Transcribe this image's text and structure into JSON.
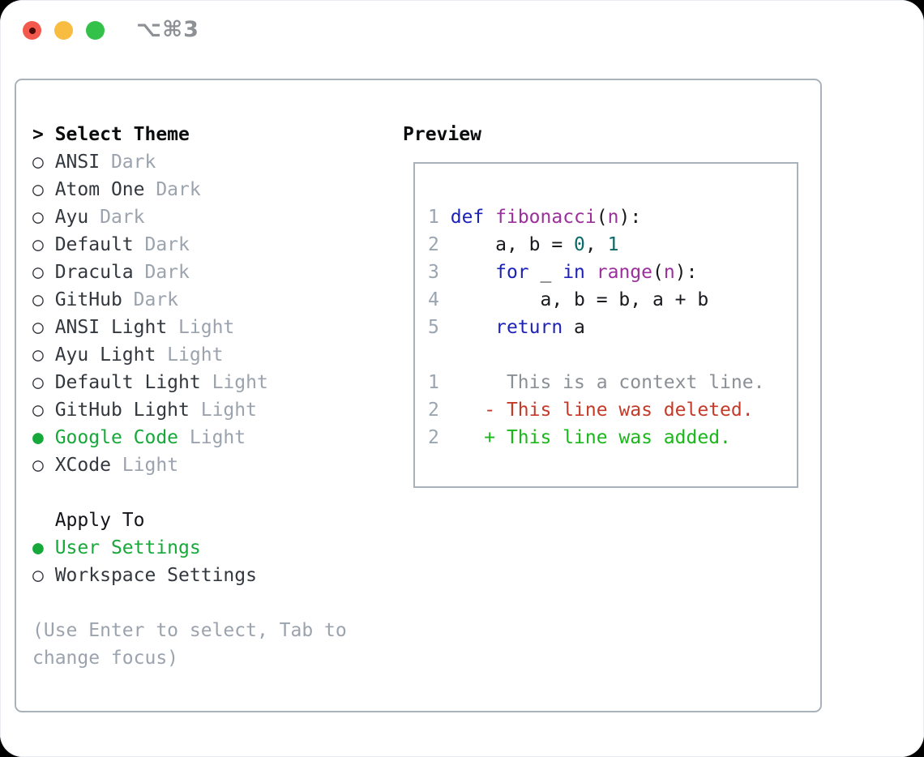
{
  "titlebar": {
    "title": "⌥⌘3",
    "title_color": "#8d9196",
    "traffic_lights": {
      "close": {
        "color": "#f4574c",
        "dot_color": "#4a0a05"
      },
      "minimize": {
        "color": "#f7bc40"
      },
      "zoom": {
        "color": "#34c14a"
      }
    }
  },
  "sidebar": {
    "header": {
      "prefix": ">",
      "label": "Select Theme"
    },
    "markers": {
      "selected": "●",
      "unselected": "○"
    },
    "themes": [
      {
        "name": "ANSI",
        "tag": "Dark",
        "selected": false
      },
      {
        "name": "Atom One",
        "tag": "Dark",
        "selected": false
      },
      {
        "name": "Ayu",
        "tag": "Dark",
        "selected": false
      },
      {
        "name": "Default",
        "tag": "Dark",
        "selected": false
      },
      {
        "name": "Dracula",
        "tag": "Dark",
        "selected": false
      },
      {
        "name": "GitHub",
        "tag": "Dark",
        "selected": false
      },
      {
        "name": "ANSI Light",
        "tag": "Light",
        "selected": false
      },
      {
        "name": "Ayu Light",
        "tag": "Light",
        "selected": false
      },
      {
        "name": "Default Light",
        "tag": "Light",
        "selected": false
      },
      {
        "name": "GitHub Light",
        "tag": "Light",
        "selected": false
      },
      {
        "name": "Google Code",
        "tag": "Light",
        "selected": true
      },
      {
        "name": "XCode",
        "tag": "Light",
        "selected": false
      }
    ],
    "apply_to": {
      "label": "Apply To",
      "options": [
        {
          "name": "User Settings",
          "selected": true
        },
        {
          "name": "Workspace Settings",
          "selected": false
        }
      ]
    },
    "hint_lines": [
      "(Use Enter to select, Tab to",
      "change focus)"
    ],
    "colors": {
      "header_text": "#0b0c0e",
      "item_text": "#33383f",
      "muted": "#9ba3ae",
      "selected_green": "#17a83a",
      "label_text": "#121418"
    }
  },
  "preview": {
    "label": "Preview",
    "palette": {
      "kw": "#1d22b8",
      "fn": "#9b2f9b",
      "num": "#0a6a6a",
      "pl": "#17191d",
      "ln": "#9aa5b2",
      "ctx": "#8b9096",
      "del": "#c43a28",
      "add": "#1ab71a"
    },
    "code_lines": [
      {
        "num": "1",
        "tokens": [
          {
            "c": "pl",
            "t": " "
          },
          {
            "c": "kw",
            "t": "def"
          },
          {
            "c": "pl",
            "t": " "
          },
          {
            "c": "fn",
            "t": "fibonacci"
          },
          {
            "c": "pl",
            "t": "("
          },
          {
            "c": "fn",
            "t": "n"
          },
          {
            "c": "pl",
            "t": "):"
          }
        ]
      },
      {
        "num": "2",
        "tokens": [
          {
            "c": "pl",
            "t": "     a, b = "
          },
          {
            "c": "num",
            "t": "0"
          },
          {
            "c": "pl",
            "t": ", "
          },
          {
            "c": "num",
            "t": "1"
          }
        ]
      },
      {
        "num": "3",
        "tokens": [
          {
            "c": "pl",
            "t": "     "
          },
          {
            "c": "kw",
            "t": "for"
          },
          {
            "c": "pl",
            "t": " _ "
          },
          {
            "c": "kw",
            "t": "in"
          },
          {
            "c": "pl",
            "t": " "
          },
          {
            "c": "fn",
            "t": "range"
          },
          {
            "c": "pl",
            "t": "("
          },
          {
            "c": "fn",
            "t": "n"
          },
          {
            "c": "pl",
            "t": "):"
          }
        ]
      },
      {
        "num": "4",
        "tokens": [
          {
            "c": "pl",
            "t": "         a, b = b, a + b"
          }
        ]
      },
      {
        "num": "5",
        "tokens": [
          {
            "c": "pl",
            "t": "     "
          },
          {
            "c": "kw",
            "t": "return"
          },
          {
            "c": "pl",
            "t": " a"
          }
        ]
      }
    ],
    "diff_lines": [
      {
        "num": "1",
        "kind": "context",
        "tokens": [
          {
            "c": "ctx",
            "t": "      This is a context line."
          }
        ]
      },
      {
        "num": "2",
        "kind": "deleted",
        "tokens": [
          {
            "c": "pl",
            "t": "    "
          },
          {
            "c": "del",
            "t": "- This line was deleted."
          }
        ]
      },
      {
        "num": "2",
        "kind": "added",
        "tokens": [
          {
            "c": "pl",
            "t": "    "
          },
          {
            "c": "add",
            "t": "+ This line was added."
          }
        ]
      }
    ]
  }
}
